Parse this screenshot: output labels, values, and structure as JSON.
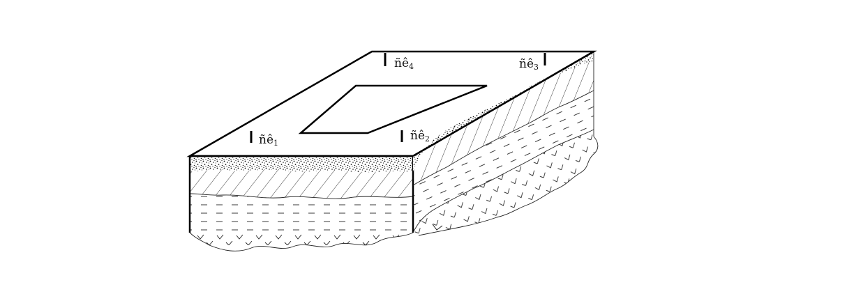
{
  "diagram": {
    "labels": [
      {
        "id": "1",
        "base": "ñê",
        "sub": "1"
      },
      {
        "id": "2",
        "base": "ñê",
        "sub": "2"
      },
      {
        "id": "3",
        "base": "ñê",
        "sub": "3"
      },
      {
        "id": "4",
        "base": "ñê",
        "sub": "4"
      }
    ]
  }
}
